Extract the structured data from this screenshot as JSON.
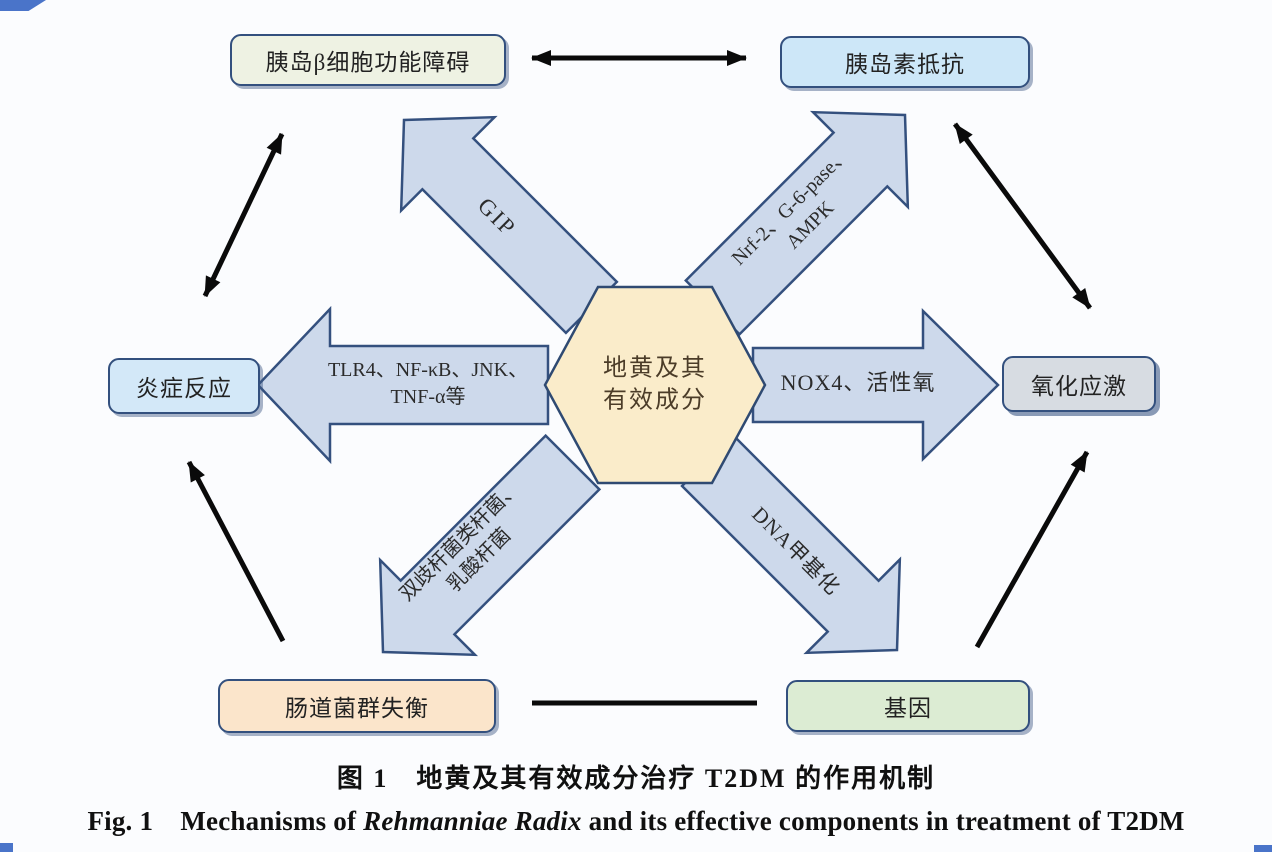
{
  "figure": {
    "center_hexagon": {
      "line1": "地黄及其",
      "line2": "有效成分"
    },
    "boxes": {
      "beta_cell": {
        "label": "胰岛β细胞功能障碍"
      },
      "insulin_resistance": {
        "label": "胰岛素抵抗"
      },
      "inflammation": {
        "label": "炎症反应"
      },
      "oxidative_stress": {
        "label": "氧化应激"
      },
      "gut_microbiota": {
        "label": "肠道菌群失衡"
      },
      "gene": {
        "label": "基因"
      }
    },
    "arrows": {
      "gip": {
        "label": "GIP",
        "direction": "up-left",
        "target": "胰岛β细胞功能障碍"
      },
      "nrf2": {
        "line1": "Nrf-2、G-6-pase、",
        "line2": "AMPK",
        "direction": "up-right",
        "target": "胰岛素抵抗"
      },
      "tlr4": {
        "line1": "TLR4、NF-κB、JNK、",
        "line2": "TNF-α等",
        "direction": "left",
        "target": "炎症反应"
      },
      "nox4": {
        "label": "NOX4、活性氧",
        "direction": "right",
        "target": "氧化应激"
      },
      "bacteria": {
        "line1": "双歧杆菌类杆菌、",
        "line2": "乳酸杆菌",
        "direction": "down-left",
        "target": "肠道菌群失衡"
      },
      "dna": {
        "label": "DNA甲基化",
        "direction": "down-right",
        "target": "基因"
      }
    },
    "connectors": [
      {
        "from": "胰岛β细胞功能障碍",
        "to": "胰岛素抵抗",
        "style": "double-arrow"
      },
      {
        "from": "炎症反应",
        "to": "胰岛β细胞功能障碍",
        "style": "double-arrow"
      },
      {
        "from": "胰岛素抵抗",
        "to": "氧化应激",
        "style": "double-arrow"
      },
      {
        "from": "肠道菌群失衡",
        "to": "炎症反应",
        "style": "single-arrow"
      },
      {
        "from": "基因",
        "to": "氧化应激",
        "style": "single-arrow"
      },
      {
        "from": "肠道菌群失衡",
        "to": "基因",
        "style": "plain-line"
      }
    ],
    "caption": {
      "zh": "图 1　地黄及其有效成分治疗 T2DM 的作用机制",
      "en_prefix": "Fig. 1　Mechanisms of ",
      "en_italic": "Rehmanniae Radix",
      "en_suffix": " and its effective components in treatment of T2DM"
    },
    "colors": {
      "arrow_fill": "#cdd9eb",
      "arrow_border": "#34507e",
      "hexagon_fill": "#faecca",
      "hexagon_border": "#2f4a72",
      "box_border": "#33507e",
      "beta_cell_bg": "#eef2e3",
      "insulin_bg": "#cde7f8",
      "inflammation_bg": "#d3e8f8",
      "oxidative_bg": "#d7dce2",
      "gut_bg": "#fbe5cb",
      "gene_bg": "#dcecd3",
      "connector": "#000000"
    }
  }
}
